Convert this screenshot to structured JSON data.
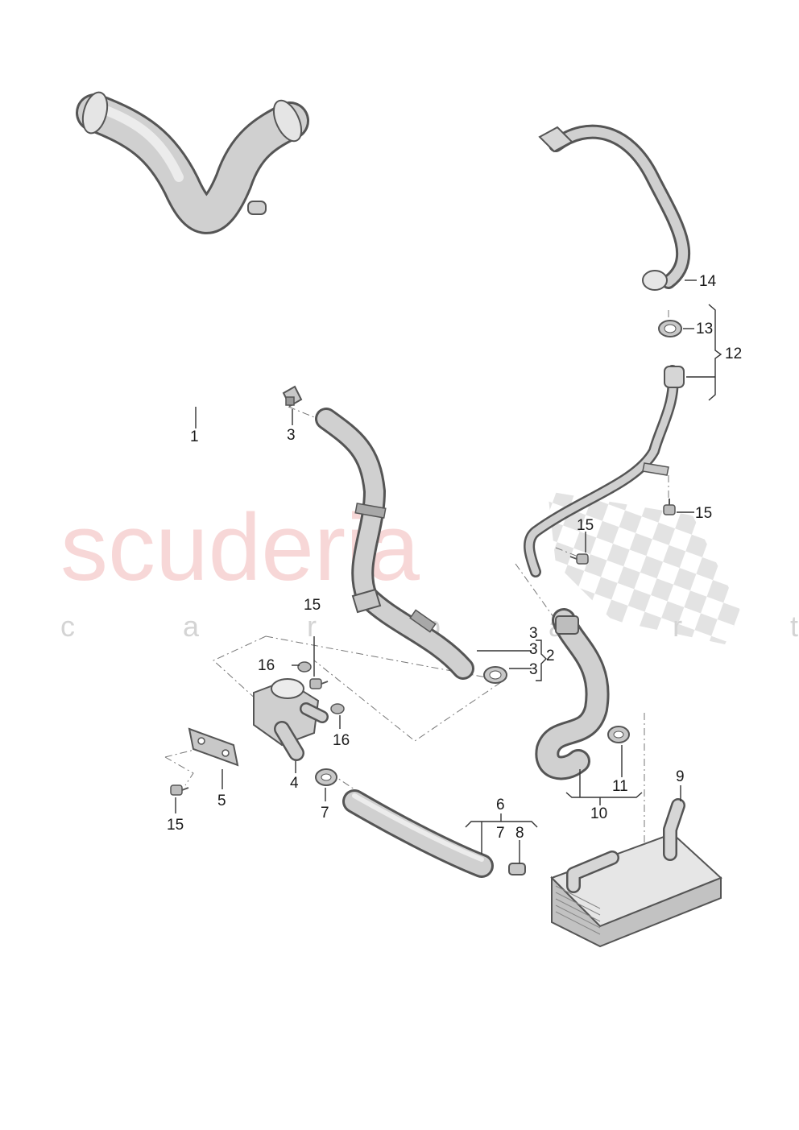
{
  "watermark": {
    "brand": "scuderia",
    "tagline": "c a r p a r t s",
    "flag_color_dark": "#d9d9d9",
    "text_color": "#f2b8b8"
  },
  "part_colors": {
    "outline": "#555555",
    "fill": "#cfcfcf",
    "highlight": "#ebebeb"
  },
  "callouts": [
    "1",
    "2",
    "3",
    "3",
    "3",
    "3",
    "4",
    "5",
    "6",
    "7",
    "7",
    "8",
    "9",
    "10",
    "11",
    "12",
    "13",
    "14",
    "15",
    "15",
    "15",
    "15",
    "16",
    "16"
  ]
}
